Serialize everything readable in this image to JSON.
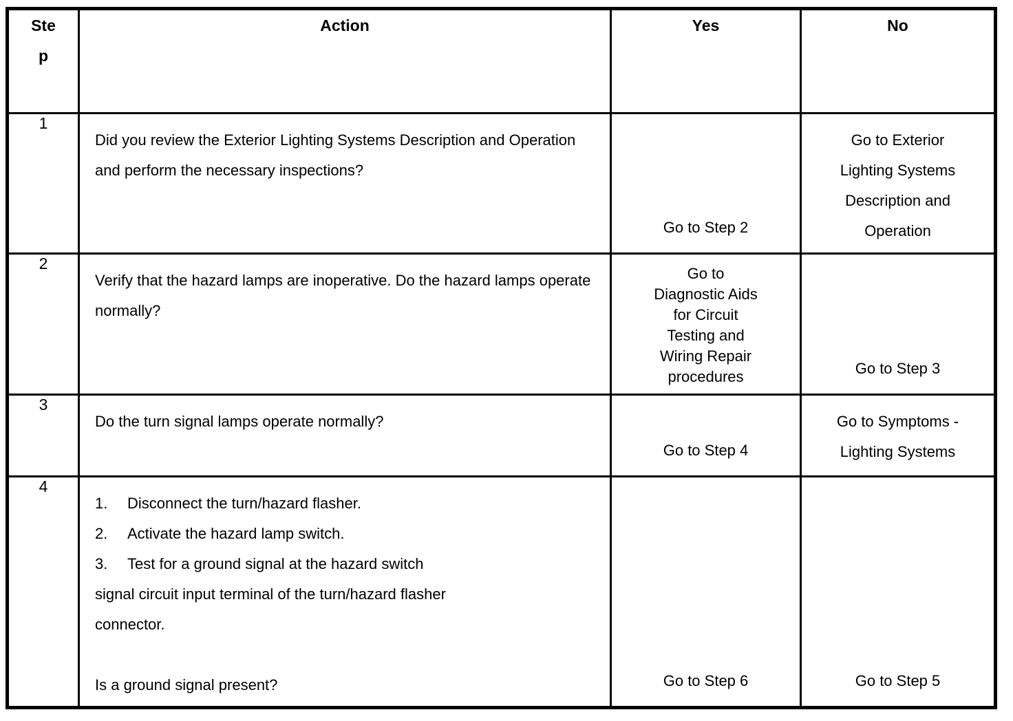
{
  "table": {
    "columns": [
      {
        "key": "step",
        "label": "Step",
        "label_wrapped_top": "St",
        "label_wrapped_bottom": "ep"
      },
      {
        "key": "action",
        "label": "Action"
      },
      {
        "key": "yes",
        "label": "Yes"
      },
      {
        "key": "no",
        "label": "No"
      }
    ],
    "rows": [
      {
        "step": "1",
        "action_lines": [
          "Did you review the Exterior Lighting Systems",
          "Description and Operation and perform the necessary",
          "inspections?"
        ],
        "yes_lines": [
          "Go to Step 2"
        ],
        "no_lines": [
          "Go to Exterior",
          "Lighting Systems",
          "Description and",
          "Operation"
        ]
      },
      {
        "step": "2",
        "action_lines": [
          "Verify that the hazard lamps are inoperative. Do the",
          "hazard lamps operate normally?"
        ],
        "yes_lines": [
          "Go to",
          "Diagnostic Aids",
          "for Circuit",
          "Testing and",
          "Wiring Repair",
          "procedures"
        ],
        "no_lines": [
          "Go to Step 3"
        ]
      },
      {
        "step": "3",
        "action_lines": [
          "Do the turn signal lamps operate normally?"
        ],
        "yes_lines": [
          "Go to Step 4"
        ],
        "no_lines": [
          "Go to Symptoms -",
          "Lighting Systems"
        ]
      },
      {
        "step": "4",
        "action_list": [
          {
            "num": "1.",
            "text": "Disconnect the turn/hazard flasher."
          },
          {
            "num": "2.",
            "text": "Activate the hazard lamp switch."
          },
          {
            "num": "3.",
            "text": "Test for a ground signal at the hazard switch"
          }
        ],
        "action_continuation": [
          "signal circuit input terminal of the turn/hazard flasher",
          "connector."
        ],
        "action_question": " Is a ground signal present?",
        "yes_lines": [
          "Go to Step 6"
        ],
        "no_lines": [
          "Go to Step 5"
        ]
      }
    ]
  },
  "colors": {
    "border": "#000000",
    "text": "#000000",
    "background": "#ffffff"
  }
}
